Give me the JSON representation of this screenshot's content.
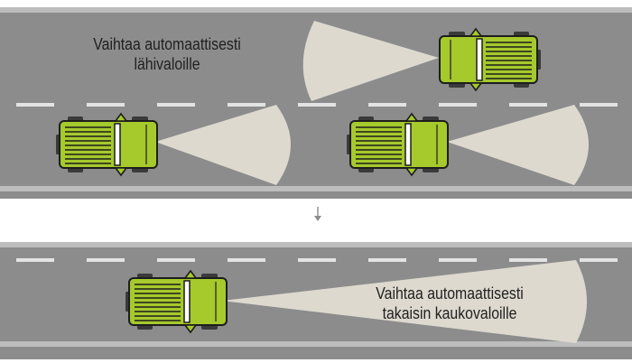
{
  "top_panel": {
    "line1": "Vaihtaa automaattisesti",
    "line2": "lähivaloille"
  },
  "bottom_panel": {
    "line1": "Vaihtaa automaattisesti",
    "line2": "takaisin kaukovaloille"
  },
  "colors": {
    "road": "#8c8c8d",
    "road_edge": "#bdbdbd",
    "lane_marking": "#e3e3e3",
    "beam": "#ddd9cf",
    "car_body": "#a6c92c",
    "car_outline": "#1d1d1d",
    "wheel": "#3a3a3a",
    "arrow": "#8c8c8d"
  },
  "icons": [
    "down-arrow-icon",
    "car-icon",
    "headlight-beam"
  ]
}
